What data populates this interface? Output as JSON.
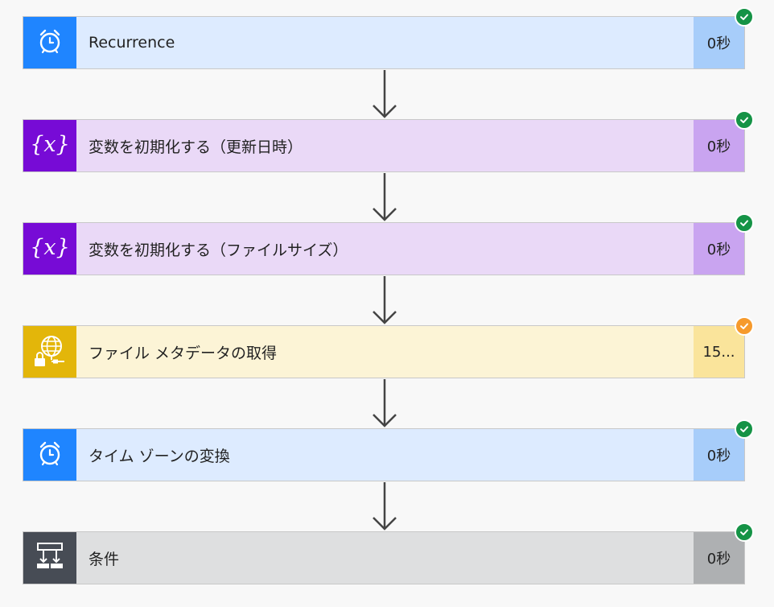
{
  "flow": {
    "steps": [
      {
        "title": "Recurrence",
        "duration": "0秒",
        "icon": "alarm-clock-icon",
        "status": "succeeded",
        "icon_bg": "#1f85ff",
        "body_bg": "#ddebff",
        "duration_bg": "#a7cdfa",
        "badge_color": "#159346"
      },
      {
        "title": "変数を初期化する（更新日時）",
        "duration": "0秒",
        "icon": "variable-icon",
        "status": "succeeded",
        "icon_bg": "#770bd6",
        "body_bg": "#ead9f7",
        "duration_bg": "#c9a4f0",
        "badge_color": "#159346"
      },
      {
        "title": "変数を初期化する（ファイルサイズ）",
        "duration": "0秒",
        "icon": "variable-icon",
        "status": "succeeded",
        "icon_bg": "#770bd6",
        "body_bg": "#ead9f7",
        "duration_bg": "#c9a4f0",
        "badge_color": "#159346"
      },
      {
        "title": "ファイル メタデータの取得",
        "duration": "15...",
        "icon": "globe-lock-icon",
        "status": "warning",
        "icon_bg": "#e3b60a",
        "body_bg": "#fcf4d6",
        "duration_bg": "#fae49b",
        "badge_color": "#f69a2c"
      },
      {
        "title": "タイム ゾーンの変換",
        "duration": "0秒",
        "icon": "alarm-clock-icon",
        "status": "succeeded",
        "icon_bg": "#1f85ff",
        "body_bg": "#ddebff",
        "duration_bg": "#a7cdfa",
        "badge_color": "#159346"
      },
      {
        "title": "条件",
        "duration": "0秒",
        "icon": "condition-icon",
        "status": "succeeded",
        "icon_bg": "#474c55",
        "body_bg": "#dedfe0",
        "duration_bg": "#aeb0b2",
        "badge_color": "#159346"
      }
    ]
  }
}
